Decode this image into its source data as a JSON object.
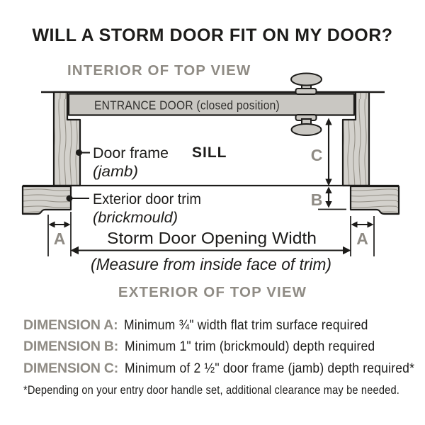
{
  "title": "WILL A STORM DOOR FIT ON MY DOOR?",
  "diagram": {
    "interior_label": "INTERIOR OF TOP VIEW",
    "exterior_label": "EXTERIOR OF TOP VIEW",
    "entrance_door_label": "ENTRANCE DOOR (closed position)",
    "door_frame": {
      "label": "Door frame",
      "sublabel": "(jamb)"
    },
    "sill_label": "SILL",
    "exterior_trim": {
      "label": "Exterior door trim",
      "sublabel": "(brickmould)"
    },
    "opening_width": {
      "label": "Storm Door Opening Width",
      "sublabel": "(Measure from inside face of trim)"
    },
    "dimension_letters": {
      "a": "A",
      "b": "B",
      "c": "C"
    }
  },
  "legend": {
    "rows": [
      {
        "label": "DIMENSION A:",
        "text": "Minimum ¾\" width flat trim surface required"
      },
      {
        "label": "DIMENSION B:",
        "text": "Minimum 1\" trim (brickmould) depth required"
      },
      {
        "label": "DIMENSION C:",
        "text": "Minimum of 2 ½\" door frame (jamb) depth required*"
      }
    ],
    "footnote": "*Depending on your entry door handle set, additional clearance may be needed."
  },
  "colors": {
    "wood_fill": "#d3d1cc",
    "wood_grain": "#97938a",
    "door_fill": "#c9c7c2",
    "outline": "#1c1b19",
    "muted_text": "#8f8b84",
    "text": "#1d1c1a"
  }
}
